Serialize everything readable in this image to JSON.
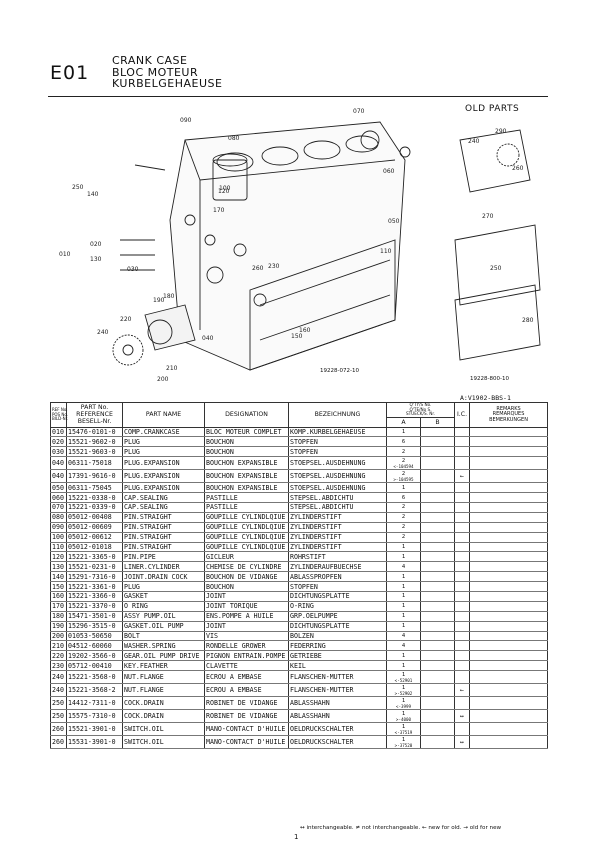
{
  "header": {
    "section_code": "E01",
    "title_en": "CRANK CASE",
    "title_fr": "BLOC MOTEUR",
    "title_de": "KURBELGEHAEUSE"
  },
  "diagram": {
    "callouts": [
      "010",
      "020",
      "030",
      "040",
      "050",
      "060",
      "070",
      "080",
      "090",
      "100",
      "110",
      "120",
      "130",
      "140",
      "150",
      "160",
      "170",
      "180",
      "190",
      "200",
      "210",
      "220",
      "230",
      "240",
      "250",
      "260"
    ],
    "figure_number": "19228-072-10",
    "old_parts": {
      "title": "OLD PARTS",
      "callouts": [
        "240",
        "250",
        "260",
        "270",
        "280",
        "290"
      ],
      "figure_number": "19228-800-10"
    }
  },
  "model": "A:V1902-BBS-1",
  "table": {
    "headers": {
      "ref": "REF No.\nPOS No.\nBILD-Nr.",
      "part_no": "PART No.\nREFERENCE\nBESELL-Nr.",
      "part_name": "PART NAME",
      "designation": "DESIGNATION",
      "bezeichnung": "BEZEICHNUNG",
      "qty": "Q'TY/S No.\nQ'TE/No S.\nSTUECK/S. Nr.",
      "qty_a": "A",
      "qty_b": "B",
      "ic": "I.C.",
      "remarks": "REMARKS\nREMARQUES\nBEMERKUNGEN"
    },
    "rows": [
      {
        "ref": "010",
        "part_no": "15476-0101-0",
        "name": "COMP.CRANKCASE",
        "designation": "BLOC MOTEUR COMPLET",
        "bezeichnung": "KOMP.KURBELGEHAEUSE",
        "qa": "1",
        "qa_sub": "",
        "qb": "",
        "ic": "",
        "remarks": "",
        "grp": true
      },
      {
        "ref": "020",
        "part_no": "15521-9602-0",
        "name": "PLUG",
        "designation": "BOUCHON",
        "bezeichnung": "STOPFEN",
        "qa": "6",
        "qa_sub": "",
        "qb": "",
        "ic": "",
        "remarks": "",
        "grp": false
      },
      {
        "ref": "030",
        "part_no": "15521-9603-0",
        "name": "PLUG",
        "designation": "BOUCHON",
        "bezeichnung": "STOPFEN",
        "qa": "2",
        "qa_sub": "",
        "qb": "",
        "ic": "",
        "remarks": "",
        "grp": false
      },
      {
        "ref": "040",
        "part_no": "06311-75018",
        "name": "PLUG.EXPANSION",
        "designation": "BOUCHON EXPANSIBLE",
        "bezeichnung": "STOEPSEL.AUSDEHNUNG",
        "qa": "2",
        "qa_sub": "<-104594",
        "qb": "",
        "ic": "",
        "remarks": "",
        "grp": true
      },
      {
        "ref": "040",
        "part_no": "17391-9616-0",
        "name": "PLUG.EXPANSION",
        "designation": "BOUCHON EXPANSIBLE",
        "bezeichnung": "STOEPSEL.AUSDEHNUNG",
        "qa": "2",
        "qa_sub": ">-104595",
        "qb": "",
        "ic": "←",
        "remarks": "",
        "grp": false
      },
      {
        "ref": "050",
        "part_no": "06311-75045",
        "name": "PLUG.EXPANSION",
        "designation": "BOUCHON EXPANSIBLE",
        "bezeichnung": "STOEPSEL.AUSDEHNUNG",
        "qa": "1",
        "qa_sub": "",
        "qb": "",
        "ic": "",
        "remarks": "",
        "grp": true
      },
      {
        "ref": "060",
        "part_no": "15221-0338-0",
        "name": "CAP.SEALING",
        "designation": "PASTILLE",
        "bezeichnung": "STEPSEL.ABDICHTU",
        "qa": "6",
        "qa_sub": "",
        "qb": "",
        "ic": "",
        "remarks": "",
        "grp": true
      },
      {
        "ref": "070",
        "part_no": "15221-0339-0",
        "name": "CAP.SEALING",
        "designation": "PASTILLE",
        "bezeichnung": "STEPSEL.ABDICHTU",
        "qa": "2",
        "qa_sub": "",
        "qb": "",
        "ic": "",
        "remarks": "",
        "grp": true
      },
      {
        "ref": "080",
        "part_no": "05012-00408",
        "name": "PIN.STRAIGHT",
        "designation": "GOUPILLE CYLINDLQIUE",
        "bezeichnung": "ZYLINDERSTIFT",
        "qa": "2",
        "qa_sub": "",
        "qb": "",
        "ic": "",
        "remarks": "",
        "grp": true
      },
      {
        "ref": "090",
        "part_no": "05012-00609",
        "name": "PIN.STRAIGHT",
        "designation": "GOUPILLE CYLINDLQIUE",
        "bezeichnung": "ZYLINDERSTIFT",
        "qa": "2",
        "qa_sub": "",
        "qb": "",
        "ic": "",
        "remarks": "",
        "grp": true
      },
      {
        "ref": "100",
        "part_no": "05012-00612",
        "name": "PIN.STRAIGHT",
        "designation": "GOUPILLE CYLINDLQIUE",
        "bezeichnung": "ZYLINDERSTIFT",
        "qa": "2",
        "qa_sub": "",
        "qb": "",
        "ic": "",
        "remarks": "",
        "grp": true
      },
      {
        "ref": "110",
        "part_no": "05012-01018",
        "name": "PIN.STRAIGHT",
        "designation": "GOUPILLE CYLINDLQIUE",
        "bezeichnung": "ZYLINDERSTIFT",
        "qa": "1",
        "qa_sub": "",
        "qb": "",
        "ic": "",
        "remarks": "",
        "grp": true
      },
      {
        "ref": "120",
        "part_no": "15221-3365-0",
        "name": "PIN.PIPE",
        "designation": "GICLEUR",
        "bezeichnung": "ROHRSTIFT",
        "qa": "1",
        "qa_sub": "",
        "qb": "",
        "ic": "",
        "remarks": "",
        "grp": true
      },
      {
        "ref": "130",
        "part_no": "15521-0231-0",
        "name": "LINER.CYLINDER",
        "designation": "CHEMISE DE CYLINDRE",
        "bezeichnung": "ZYLINDERAUFBUECHSE",
        "qa": "4",
        "qa_sub": "",
        "qb": "",
        "ic": "",
        "remarks": "",
        "grp": true
      },
      {
        "ref": "140",
        "part_no": "15291-7316-0",
        "name": "JOINT.DRAIN COCK",
        "designation": "BOUCHON DE VIDANGE",
        "bezeichnung": "ABLASSPROPFEN",
        "qa": "1",
        "qa_sub": "",
        "qb": "",
        "ic": "",
        "remarks": "",
        "grp": true
      },
      {
        "ref": "150",
        "part_no": "15221-3361-0",
        "name": "PLUG",
        "designation": "BOUCHON",
        "bezeichnung": "STOPFEN",
        "qa": "1",
        "qa_sub": "",
        "qb": "",
        "ic": "",
        "remarks": "",
        "grp": true
      },
      {
        "ref": "160",
        "part_no": "15221-3366-0",
        "name": "GASKET",
        "designation": "JOINT",
        "bezeichnung": "DICHTUNGSPLATTE",
        "qa": "1",
        "qa_sub": "",
        "qb": "",
        "ic": "",
        "remarks": "",
        "grp": true
      },
      {
        "ref": "170",
        "part_no": "15221-3370-0",
        "name": "O RING",
        "designation": "JOINT TORIQUE",
        "bezeichnung": "O-RING",
        "qa": "1",
        "qa_sub": "",
        "qb": "",
        "ic": "",
        "remarks": "",
        "grp": true
      },
      {
        "ref": "180",
        "part_no": "15471-3501-0",
        "name": "ASSY PUMP.OIL",
        "designation": "ENS.POMPE A HUILE",
        "bezeichnung": "GRP.OELPUMPE",
        "qa": "1",
        "qa_sub": "",
        "qb": "",
        "ic": "",
        "remarks": "",
        "grp": true
      },
      {
        "ref": "190",
        "part_no": "15296-3515-0",
        "name": "GASKET.OIL PUMP",
        "designation": "JOINT",
        "bezeichnung": "DICHTUNGSPLATTE",
        "qa": "1",
        "qa_sub": "",
        "qb": "",
        "ic": "",
        "remarks": "",
        "grp": true
      },
      {
        "ref": "200",
        "part_no": "01053-50650",
        "name": "BOLT",
        "designation": "VIS",
        "bezeichnung": "BOLZEN",
        "qa": "4",
        "qa_sub": "",
        "qb": "",
        "ic": "",
        "remarks": "",
        "grp": true
      },
      {
        "ref": "210",
        "part_no": "04512-60060",
        "name": "WASHER.SPRING",
        "designation": "RONDELLE GROWER",
        "bezeichnung": "FEDERRING",
        "qa": "4",
        "qa_sub": "",
        "qb": "",
        "ic": "",
        "remarks": "",
        "grp": true
      },
      {
        "ref": "220",
        "part_no": "19202-3566-0",
        "name": "GEAR.OIL PUMP DRIVE",
        "designation": "PIGNON ENTRAIN.POMPE",
        "bezeichnung": "GETRIEBE",
        "qa": "1",
        "qa_sub": "",
        "qb": "",
        "ic": "",
        "remarks": "",
        "grp": true
      },
      {
        "ref": "230",
        "part_no": "05712-00410",
        "name": "KEY.FEATHER",
        "designation": "CLAVETTE",
        "bezeichnung": "KEIL",
        "qa": "1",
        "qa_sub": "",
        "qb": "",
        "ic": "",
        "remarks": "",
        "grp": true
      },
      {
        "ref": "240",
        "part_no": "15221-3568-0",
        "name": "NUT.FLANGE",
        "designation": "ECROU A EMBASE",
        "bezeichnung": "FLANSCHEN-MUTTER",
        "qa": "1",
        "qa_sub": "<-52901",
        "qb": "",
        "ic": "",
        "remarks": "",
        "grp": true
      },
      {
        "ref": "240",
        "part_no": "15221-3568-2",
        "name": "NUT.FLANGE",
        "designation": "ECROU A EMBASE",
        "bezeichnung": "FLANSCHEN-MUTTER",
        "qa": "1",
        "qa_sub": ">-52902",
        "qb": "",
        "ic": "←",
        "remarks": "",
        "grp": false
      },
      {
        "ref": "250",
        "part_no": "14412-7311-0",
        "name": "COCK.DRAIN",
        "designation": "ROBINET DE VIDANGE",
        "bezeichnung": "ABLASSHAHN",
        "qa": "1",
        "qa_sub": "<-3999",
        "qb": "",
        "ic": "",
        "remarks": "",
        "grp": true
      },
      {
        "ref": "250",
        "part_no": "15575-7310-0",
        "name": "COCK.DRAIN",
        "designation": "ROBINET DE VIDANGE",
        "bezeichnung": "ABLASSHAHN",
        "qa": "1",
        "qa_sub": ">-4000",
        "qb": "",
        "ic": "↔",
        "remarks": "",
        "grp": false
      },
      {
        "ref": "260",
        "part_no": "15521-3901-0",
        "name": "SWITCH.OIL",
        "designation": "MANO-CONTACT D'HUILE",
        "bezeichnung": "OELDRUCKSCHALTER",
        "qa": "1",
        "qa_sub": "<-37519",
        "qb": "",
        "ic": "",
        "remarks": "",
        "grp": true
      },
      {
        "ref": "260",
        "part_no": "15531-3901-0",
        "name": "SWITCH.OIL",
        "designation": "MANO-CONTACT D'HUILE",
        "bezeichnung": "OELDRUCKSCHALTER",
        "qa": "1",
        "qa_sub": ">-37520",
        "qb": "",
        "ic": "↔",
        "remarks": "",
        "grp": false
      }
    ]
  },
  "legend": "↔ interchangeable. ≠ not interchangeable. ← new for old. → old for new",
  "page_number": "1"
}
